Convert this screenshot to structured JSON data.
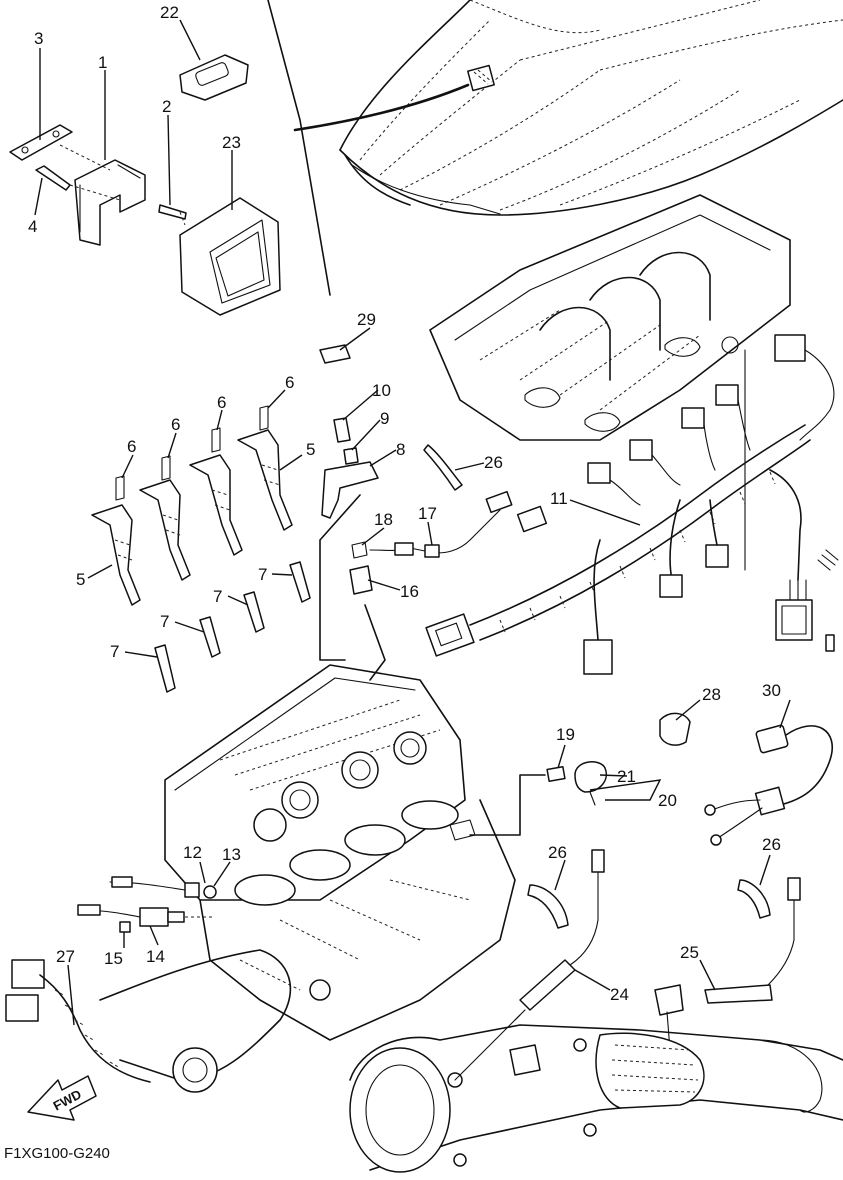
{
  "diagram_code": "F1XG100-G240",
  "fwd_label": "FWD",
  "callouts": [
    {
      "id": "c1",
      "text": "1"
    },
    {
      "id": "c2",
      "text": "2"
    },
    {
      "id": "c3",
      "text": "3"
    },
    {
      "id": "c4",
      "text": "4"
    },
    {
      "id": "c5a",
      "text": "5"
    },
    {
      "id": "c5b",
      "text": "5"
    },
    {
      "id": "c6a",
      "text": "6"
    },
    {
      "id": "c6b",
      "text": "6"
    },
    {
      "id": "c6c",
      "text": "6"
    },
    {
      "id": "c6d",
      "text": "6"
    },
    {
      "id": "c7a",
      "text": "7"
    },
    {
      "id": "c7b",
      "text": "7"
    },
    {
      "id": "c7c",
      "text": "7"
    },
    {
      "id": "c7d",
      "text": "7"
    },
    {
      "id": "c8",
      "text": "8"
    },
    {
      "id": "c9",
      "text": "9"
    },
    {
      "id": "c10",
      "text": "10"
    },
    {
      "id": "c11",
      "text": "11"
    },
    {
      "id": "c12",
      "text": "12"
    },
    {
      "id": "c13",
      "text": "13"
    },
    {
      "id": "c14",
      "text": "14"
    },
    {
      "id": "c15",
      "text": "15"
    },
    {
      "id": "c16",
      "text": "16"
    },
    {
      "id": "c17",
      "text": "17"
    },
    {
      "id": "c18",
      "text": "18"
    },
    {
      "id": "c19",
      "text": "19"
    },
    {
      "id": "c20",
      "text": "20"
    },
    {
      "id": "c21",
      "text": "21"
    },
    {
      "id": "c22",
      "text": "22"
    },
    {
      "id": "c23",
      "text": "23"
    },
    {
      "id": "c24",
      "text": "24"
    },
    {
      "id": "c25",
      "text": "25"
    },
    {
      "id": "c26a",
      "text": "26"
    },
    {
      "id": "c26b",
      "text": "26"
    },
    {
      "id": "c26c",
      "text": "26"
    },
    {
      "id": "c27",
      "text": "27"
    },
    {
      "id": "c28",
      "text": "28"
    },
    {
      "id": "c29",
      "text": "29"
    },
    {
      "id": "c30",
      "text": "30"
    }
  ]
}
